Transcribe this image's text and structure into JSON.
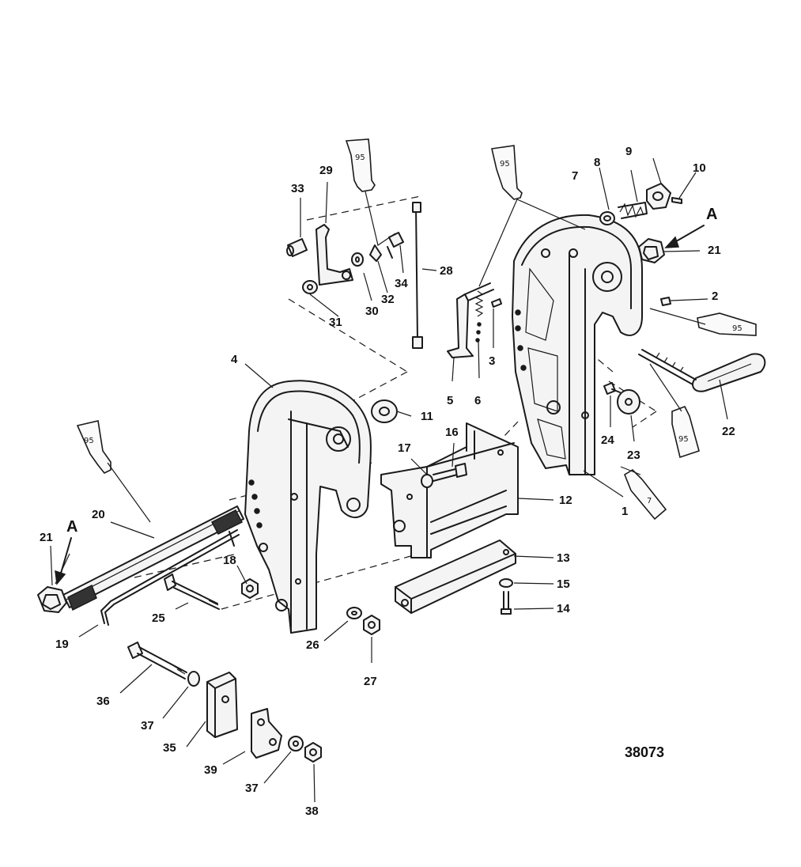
{
  "diagram": {
    "drawing_number": "38073",
    "view_marker": "A",
    "sealant_tubes": [
      {
        "id": "tube-95-top-left",
        "text": "95"
      },
      {
        "id": "tube-95-top-right",
        "text": "95"
      },
      {
        "id": "tube-95-right-upper",
        "text": "95"
      },
      {
        "id": "tube-95-right-lower",
        "text": "95"
      },
      {
        "id": "tube-7-right",
        "text": "7"
      },
      {
        "id": "tube-95-left",
        "text": "95"
      }
    ],
    "callouts": {
      "c1": "1",
      "c2": "2",
      "c3": "3",
      "c4": "4",
      "c5": "5",
      "c6": "6",
      "c7": "7",
      "c8": "8",
      "c9": "9",
      "c10": "10",
      "c11": "11",
      "c12": "12",
      "c13": "13",
      "c14": "14",
      "c15": "15",
      "c16": "16",
      "c17": "17",
      "c18": "18",
      "c19": "19",
      "c20": "20",
      "c21a": "21",
      "c21b": "21",
      "c22": "22",
      "c23": "23",
      "c24": "24",
      "c25": "25",
      "c26": "26",
      "c27": "27",
      "c28": "28",
      "c29": "29",
      "c30": "30",
      "c31": "31",
      "c32": "32",
      "c33": "33",
      "c34": "34",
      "c35": "35",
      "c36": "36",
      "c37a": "37",
      "c37b": "37",
      "c38": "38",
      "c39": "39"
    }
  }
}
